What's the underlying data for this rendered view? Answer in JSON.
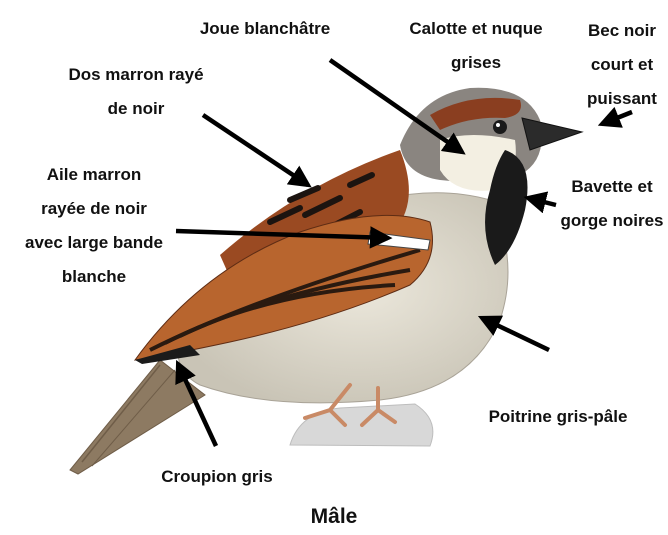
{
  "labels": {
    "joue": "Joue blanchâtre",
    "calotte": "Calotte et nuque\ngrises",
    "bec": "Bec noir\ncourt et\npuissant",
    "dos": "Dos marron rayé\nde noir",
    "aile": "Aile marron\nrayée de noir\navec large bande\nblanche",
    "bavette": "Bavette et\ngorge noires",
    "poitrine": "Poitrine gris-pâle",
    "croupion": "Croupion gris"
  },
  "caption": "Mâle",
  "colors": {
    "brown": "#8a3e20",
    "chestnut": "#b8652e",
    "cap_grey": "#8a8580",
    "cheek": "#f3efe2",
    "bib": "#1a1a1a",
    "breast": "#dcd8cc",
    "legs": "#c98a66",
    "arrow": "#000000"
  }
}
